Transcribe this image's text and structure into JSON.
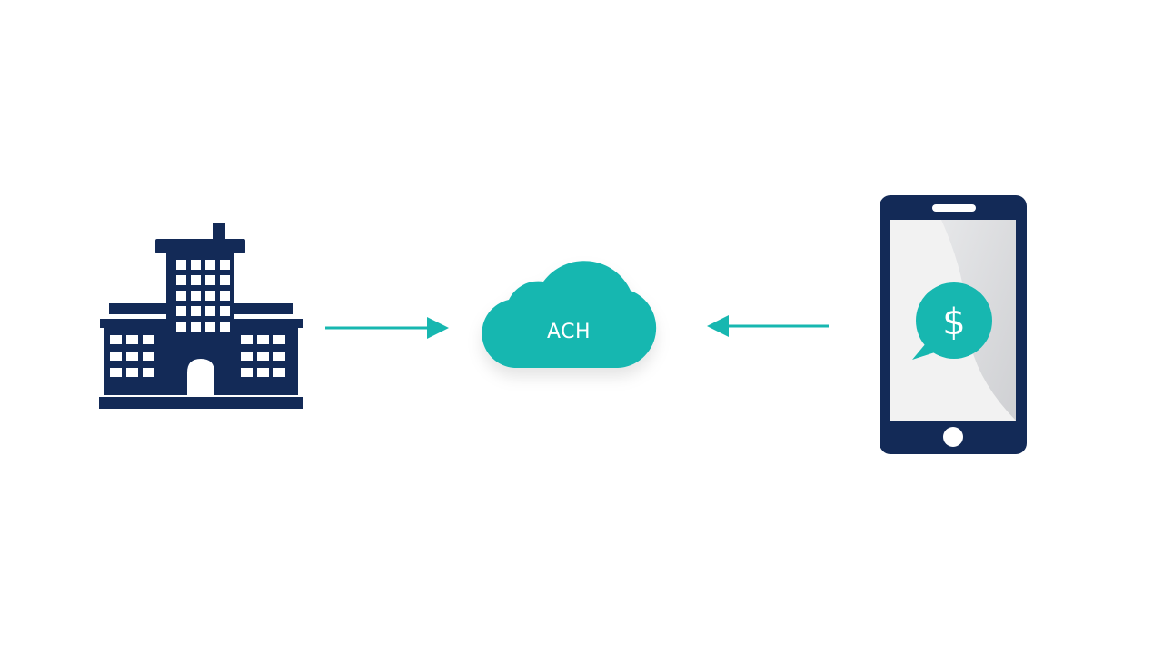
{
  "colors": {
    "navy": "#132a57",
    "teal": "#17b7b0",
    "white": "#ffffff",
    "screen_light": "#f1f1f1",
    "screen_shade": "#cfd0d2"
  },
  "nodes": {
    "bank": {
      "icon": "bank-building-icon"
    },
    "network": {
      "icon": "cloud-icon",
      "label": "ACH"
    },
    "phone": {
      "icon": "smartphone-icon",
      "badge_icon": "dollar-chat-bubble-icon",
      "badge_symbol": "$"
    }
  },
  "edges": [
    {
      "from": "bank",
      "to": "network",
      "direction": "right"
    },
    {
      "from": "phone",
      "to": "network",
      "direction": "left"
    }
  ]
}
